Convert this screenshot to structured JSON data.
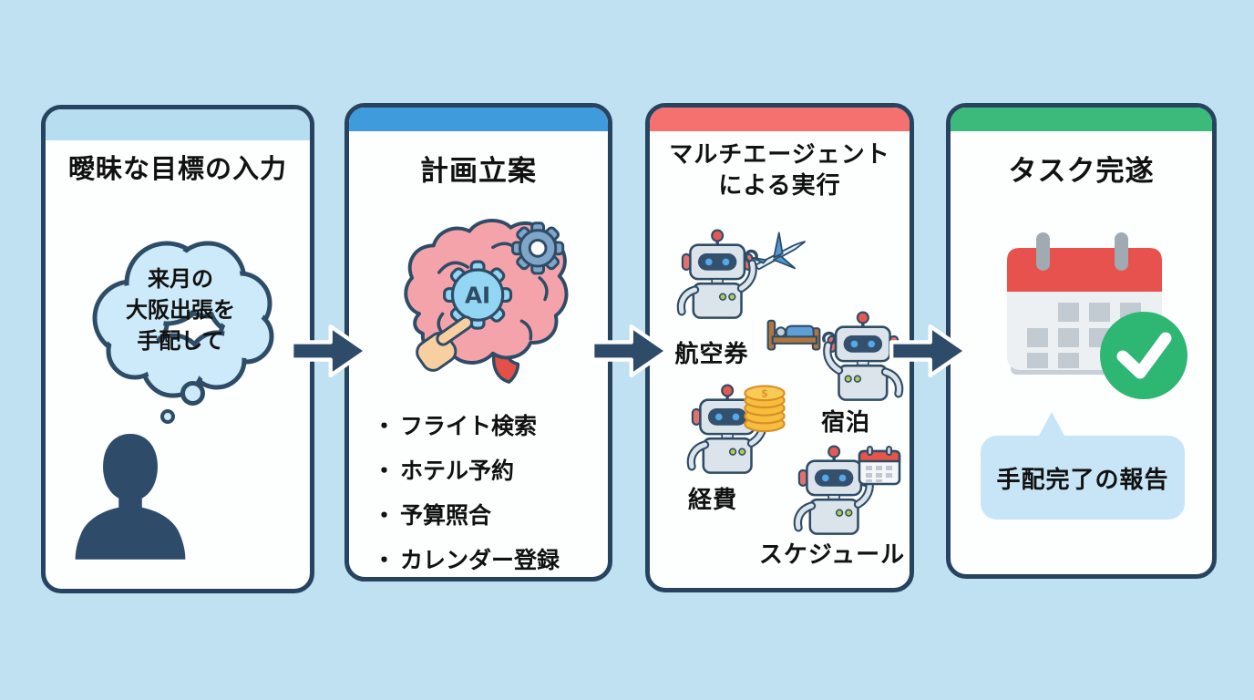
{
  "colors": {
    "background": "#BFE1F1",
    "panel_fill": "#FDFEFE",
    "panel_border": "#27435F",
    "panel1_topbar": "#B7DDF1",
    "panel2_topbar": "#3F9BDC",
    "panel3_topbar": "#F4716F",
    "panel4_topbar": "#3CBA7B",
    "arrow": "#2E4B69",
    "thought_bubble_fill": "#CDEAFA",
    "speech_bubble_fill": "#C7E5F7",
    "check_green": "#2EB673",
    "calendar_red": "#E8524E"
  },
  "panels": [
    {
      "title": "曖昧な目標の入力",
      "thought_lines": [
        "来月の",
        "大阪出張を",
        "手配して"
      ]
    },
    {
      "title": "計画立案",
      "ai_label": "AI",
      "bullet": "・",
      "items": [
        "フライト検索",
        "ホテル予約",
        "予算照合",
        "カレンダー登録"
      ]
    },
    {
      "title_line1": "マルチエージェント",
      "title_line2": "による実行",
      "coin_symbol": "$",
      "agents": [
        {
          "label": "航空券",
          "icon": "airplane"
        },
        {
          "label": "宿泊",
          "icon": "bed"
        },
        {
          "label": "経費",
          "icon": "coins"
        },
        {
          "label": "スケジュール",
          "icon": "calendar"
        }
      ]
    },
    {
      "title": "タスク完遂",
      "speech_text": "手配完了の報告"
    }
  ]
}
